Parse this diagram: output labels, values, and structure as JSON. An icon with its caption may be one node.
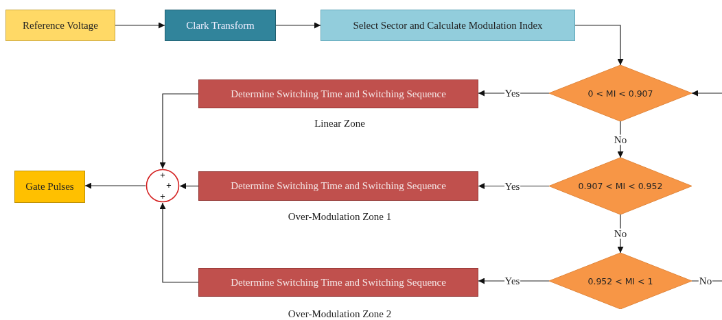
{
  "diagram": {
    "nodes": [
      {
        "text": [
          "Reference Voltage"
        ]
      },
      {
        "text": [
          "Clark Transform"
        ]
      },
      {
        "text": [
          "Select Sector and Calculate Modulation Index"
        ]
      },
      {
        "text": [
          "0 < MI < 0.907"
        ]
      },
      {
        "text": [
          "Determine Switching Time and Switching Sequence"
        ],
        "beside": [
          "Linear Zone"
        ]
      },
      {
        "text": [
          "0.907 < MI < 0.952"
        ]
      },
      {
        "text": [
          "Determine Switching Time and Switching Sequence"
        ],
        "beside": [
          "Over-Modulation Zone 1"
        ]
      },
      {
        "text": [
          "0.952 < MI < 1"
        ]
      },
      {
        "text": [
          "Determine Switching Time and Switching Sequence"
        ],
        "beside": [
          "Over-Modulation Zone 2"
        ]
      },
      {
        "text": [
          "+",
          "+",
          "+"
        ]
      },
      {
        "text": [
          "Gate Pulses"
        ]
      }
    ],
    "edges": [
      {
        "from": 0,
        "to": 1,
        "arrow": "to"
      },
      {
        "from": 1,
        "to": 2,
        "arrow": "to"
      },
      {
        "from": 2,
        "to": 3,
        "arrow": "to"
      },
      {
        "from": 3,
        "to": 4,
        "arrow": "to",
        "label": "Yes"
      },
      {
        "from": 3,
        "to": 5,
        "arrow": "to",
        "label": "No"
      },
      {
        "from": 5,
        "to": 6,
        "arrow": "to",
        "label": "Yes"
      },
      {
        "from": 5,
        "to": 7,
        "arrow": "to",
        "label": "No"
      },
      {
        "from": 7,
        "to": 8,
        "arrow": "to",
        "label": "Yes"
      },
      {
        "from": 7,
        "to": null,
        "arrow": "none",
        "label": "No"
      },
      {
        "from": null,
        "to": 3,
        "arrow": "to"
      },
      {
        "from": 4,
        "to": 9,
        "arrow": "to"
      },
      {
        "from": 6,
        "to": 9,
        "arrow": "to"
      },
      {
        "from": 8,
        "to": 9,
        "arrow": "to"
      },
      {
        "from": 9,
        "to": 10,
        "arrow": "to"
      }
    ]
  }
}
